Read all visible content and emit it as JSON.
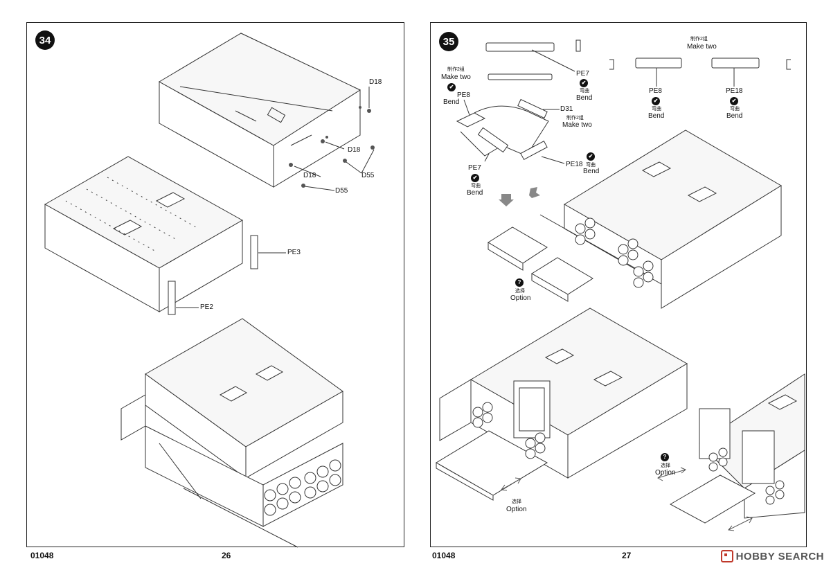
{
  "left_page": {
    "step": "34",
    "code": "01048",
    "page_no": "26",
    "labels": {
      "d18_a": "D18",
      "d18_b": "D18",
      "d18_c": "D18",
      "d55_a": "D55",
      "d55_b": "D55",
      "pe3": "PE3",
      "pe2": "PE2"
    }
  },
  "right_page": {
    "step": "35",
    "code": "01048",
    "page_no": "27",
    "labels": {
      "make2_cn_a": "制作2组",
      "make2_en_a": "Make two",
      "make2_cn_b": "制作2组",
      "make2_en_b": "Make two",
      "make2_cn_c": "制作2组",
      "make2_en_c": "Make two",
      "pe7_top": "PE7",
      "pe7_bend_cn": "弯曲",
      "pe7_bend_en": "Bend",
      "pe8_left": "PE8",
      "pe8_left_bend": "Bend",
      "d31": "D31",
      "pe18_mid": "PE18",
      "pe18_mid_bend_cn": "弯曲",
      "pe18_mid_bend_en": "Bend",
      "pe7_left": "PE7",
      "pe7_left_bend_cn": "弯曲",
      "pe7_left_bend_en": "Bend",
      "pe8_right": "PE8",
      "pe8_right_bend_cn": "弯曲",
      "pe8_right_bend_en": "Bend",
      "pe18_right": "PE18",
      "pe18_right_bend_cn": "弯曲",
      "pe18_right_bend_en": "Bend",
      "opt1_cn": "选择",
      "opt1_en": "Option",
      "opt2_cn": "选择",
      "opt2_en": "Option",
      "opt3_cn": "选择",
      "opt3_en": "Option"
    }
  },
  "icons": {
    "check": "✔",
    "question": "?"
  },
  "watermark": {
    "text": "HOBBY SEARCH"
  },
  "colors": {
    "line": "#333333",
    "frame": "#222222",
    "badge": "#111111",
    "watermark_logo": "#c0392b"
  }
}
